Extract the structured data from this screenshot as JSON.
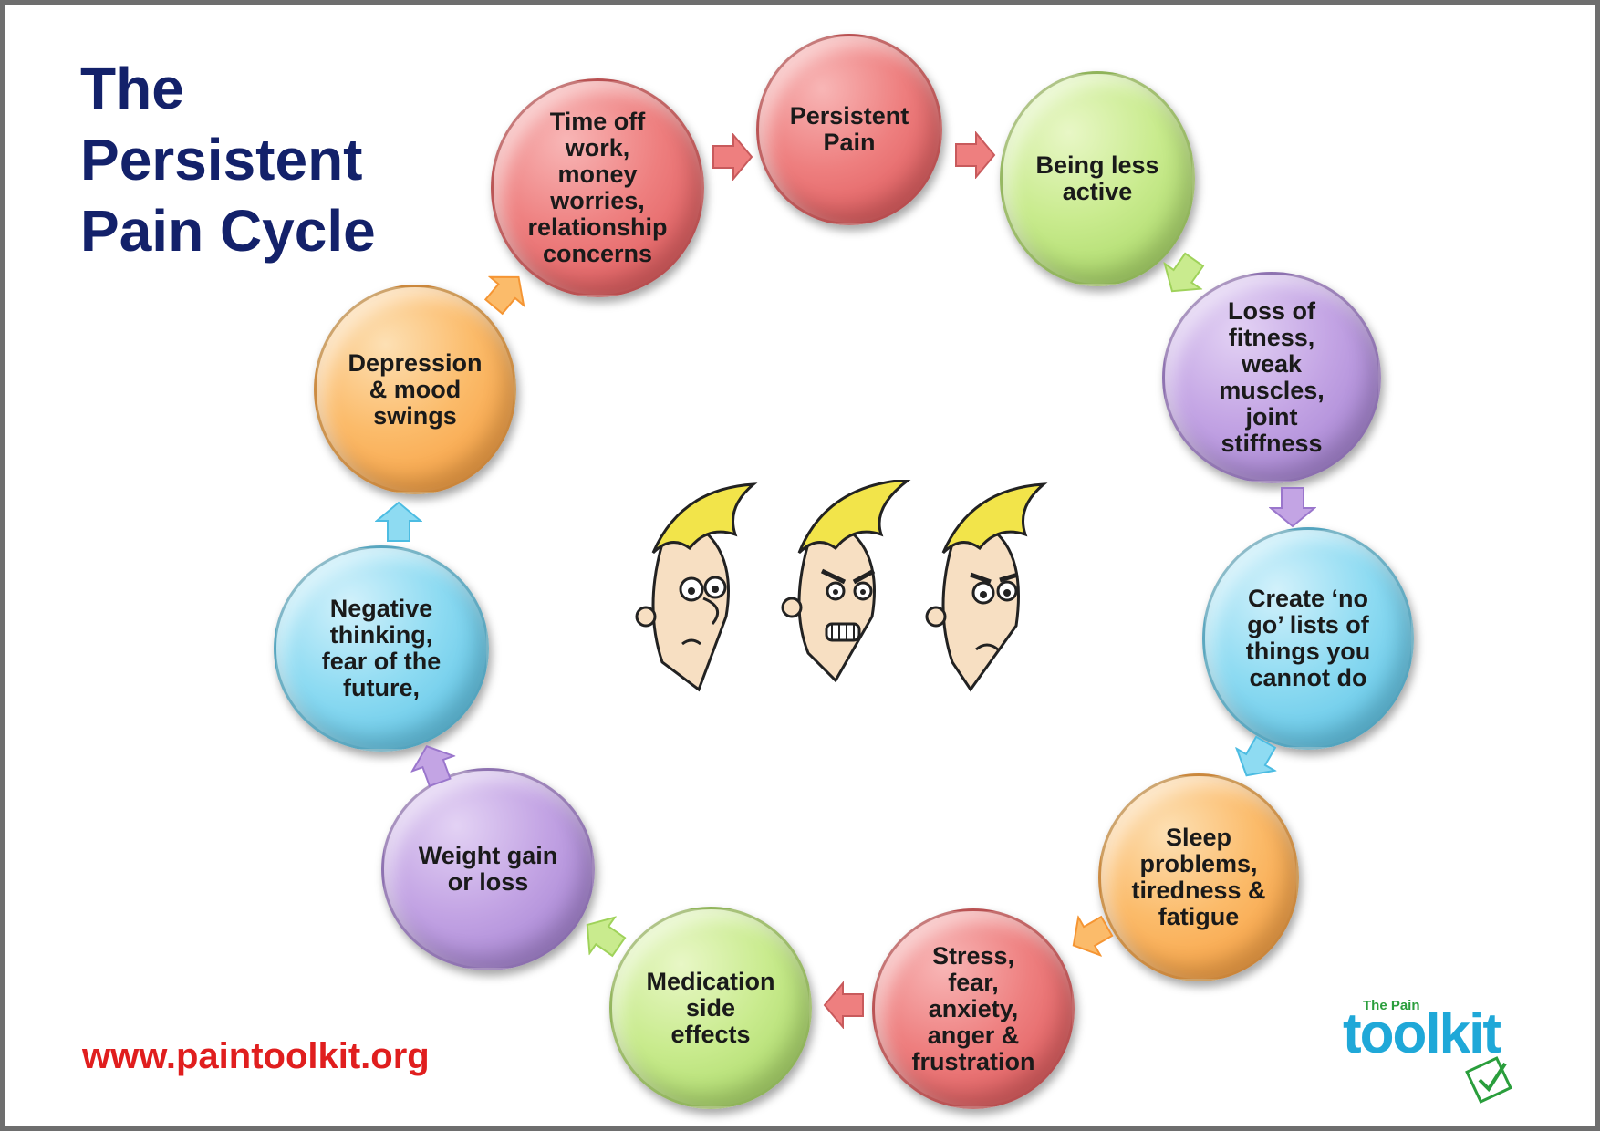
{
  "title": [
    "The",
    "Persistent",
    "Pain Cycle"
  ],
  "nodes": [
    {
      "label": "Persistent\nPain"
    },
    {
      "label": "Being less\nactive"
    },
    {
      "label": "Loss of\nfitness,\nweak\nmuscles,\njoint\nstiffness"
    },
    {
      "label": "Create ‘no\ngo’ lists of\nthings you\ncannot do"
    },
    {
      "label": "Sleep\nproblems,\ntiredness &\nfatigue"
    },
    {
      "label": "Stress,\nfear,\nanxiety,\nanger &\nfrustration"
    },
    {
      "label": "Medication\nside\neffects"
    },
    {
      "label": "Weight gain\nor loss"
    },
    {
      "label": "Negative\nthinking,\nfear of the\nfuture,"
    },
    {
      "label": "Depression\n& mood\nswings"
    },
    {
      "label": "Time off\nwork,\nmoney\nworries,\nrelationship\nconcerns"
    }
  ],
  "footer": {
    "url": "www.paintoolkit.org"
  },
  "logo": {
    "small": "The Pain",
    "big": "toolkit"
  },
  "colors": {
    "title": "#13216a",
    "url": "#e01e1e",
    "red": "#ee7f7f",
    "green": "#c9eb8e",
    "purple": "#c3a4e4",
    "blue": "#8edbf2",
    "orange": "#fbbb6a",
    "logo": "#1fa8d8"
  },
  "icons": [
    "cartoon-face-worried",
    "cartoon-face-angry",
    "cartoon-face-sad",
    "toolkit-logo-check-icon"
  ]
}
